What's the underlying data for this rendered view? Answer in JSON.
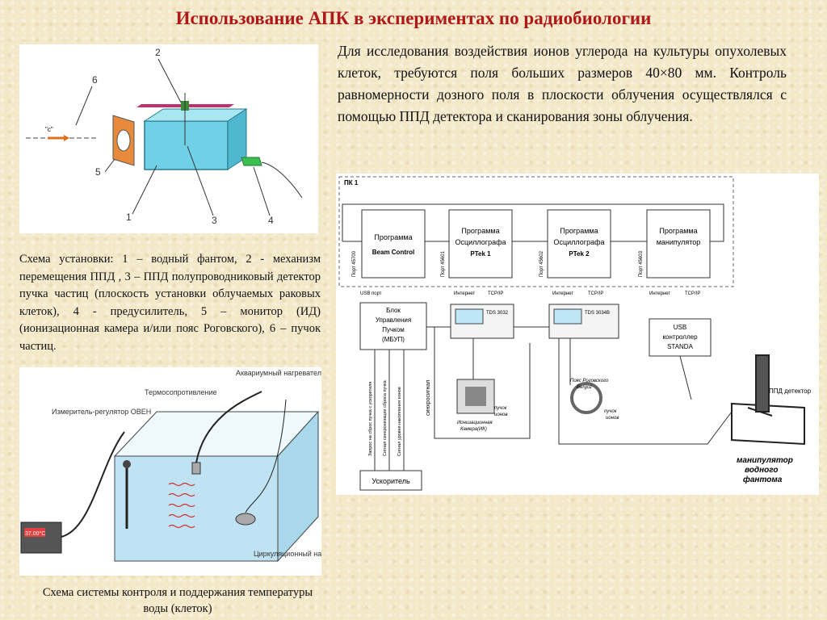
{
  "title": "Использование АПК в экспериментах по радиобиологии",
  "paragraph": "Для исследования воздействия ионов углерода на культуры опухолевых клеток, требуются поля больших размеров 40×80 мм. Контроль равномерности дозного поля в плоскости облучения осуществлялся с помощью ППД детектора  и сканирования зоны облучения.",
  "setup": {
    "caption": "Схема установки: 1 – водный фантом, 2 - механизм перемещения ППД , 3 – ППД полупроводниковый детектор пучка частиц (плоскость установки облучаемых раковых клеток), 4 - предусилитель, 5 – монитор (ИД) (ионизационная камера и/или пояс Роговского), 6 – пучок частиц.",
    "labels": {
      "n1": "1",
      "n2": "2",
      "n3": "3",
      "n4": "4",
      "n5": "5",
      "n6": "6",
      "beam": "\"c\""
    }
  },
  "thermo": {
    "caption": "Схема системы  контроля и поддержания температуры воды  (клеток)",
    "meter_label": "Измеритель-регулятор ОВЕН",
    "thermoresistor": "Термосопротивление",
    "heater": "Аквариумный нагреватель",
    "pump": "Циркуляционный насос",
    "display": "37.00°C"
  },
  "block": {
    "pc": "ПК 1",
    "prog1_l1": "Программа",
    "prog1_l2": "Beam Control",
    "prog2_l1": "Программа",
    "prog2_l2": "Осциллографа",
    "prog2_l3": "PTek 1",
    "prog3_l1": "Программа",
    "prog3_l2": "Осциллографа",
    "prog3_l3": "PTek 2",
    "prog4_l1": "Программа",
    "prog4_l2": "манипулятор",
    "port1": "Порт 45700",
    "port2": "Порт 45601",
    "port3": "Порт 45602",
    "port4": "Порт 45603",
    "usb_port": "USB порт",
    "internet": "Интернет",
    "tcpip": "TCP/IP",
    "mbup_l1": "Блок",
    "mbup_l2": "Управления",
    "mbup_l3": "Пучком",
    "mbup_l4": "(МБУП)",
    "tds1": "TDS 3032",
    "tds2": "TDS 3034B",
    "usb_l1": "USB",
    "usb_l2": "контроллер",
    "usb_l3": "STANDA",
    "ppd": "ППД детектор",
    "ion_chamber_l1": "Ионизационная",
    "ion_chamber_l2": "Камера(ИК)",
    "beam_l1": "пучок",
    "beam_l2": "ионов",
    "rogowski_l1": "Пояс Роговского",
    "rogowski_l2": "Bergoz",
    "sync": "синхросигнал",
    "sig1": "Запрос на сброс пучка с ускорителя",
    "sig2": "Сигнал синхронизации сброса пучка",
    "sig3": "Сигнал уровня накопления ионов",
    "accel": "Ускоритель",
    "manip_l1": "манипулятор",
    "manip_l2": "водного",
    "manip_l3": "фантома"
  }
}
